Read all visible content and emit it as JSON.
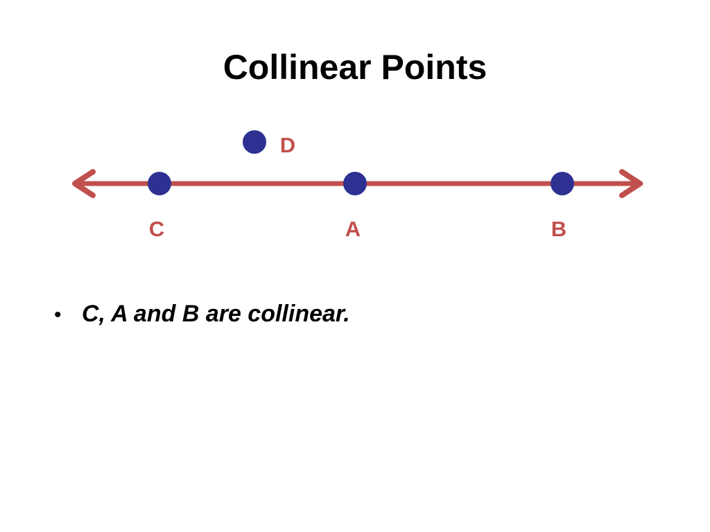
{
  "slide": {
    "title": "Collinear Points"
  },
  "diagram": {
    "line_color": "#C0504D",
    "point_color": "#2E3192",
    "label_color": "#C0504D",
    "points": [
      {
        "name": "C",
        "on_line": true
      },
      {
        "name": "A",
        "on_line": true
      },
      {
        "name": "B",
        "on_line": true
      },
      {
        "name": "D",
        "on_line": false
      }
    ]
  },
  "bullets": [
    {
      "mark": "•",
      "text": "C, A and B are collinear."
    }
  ]
}
